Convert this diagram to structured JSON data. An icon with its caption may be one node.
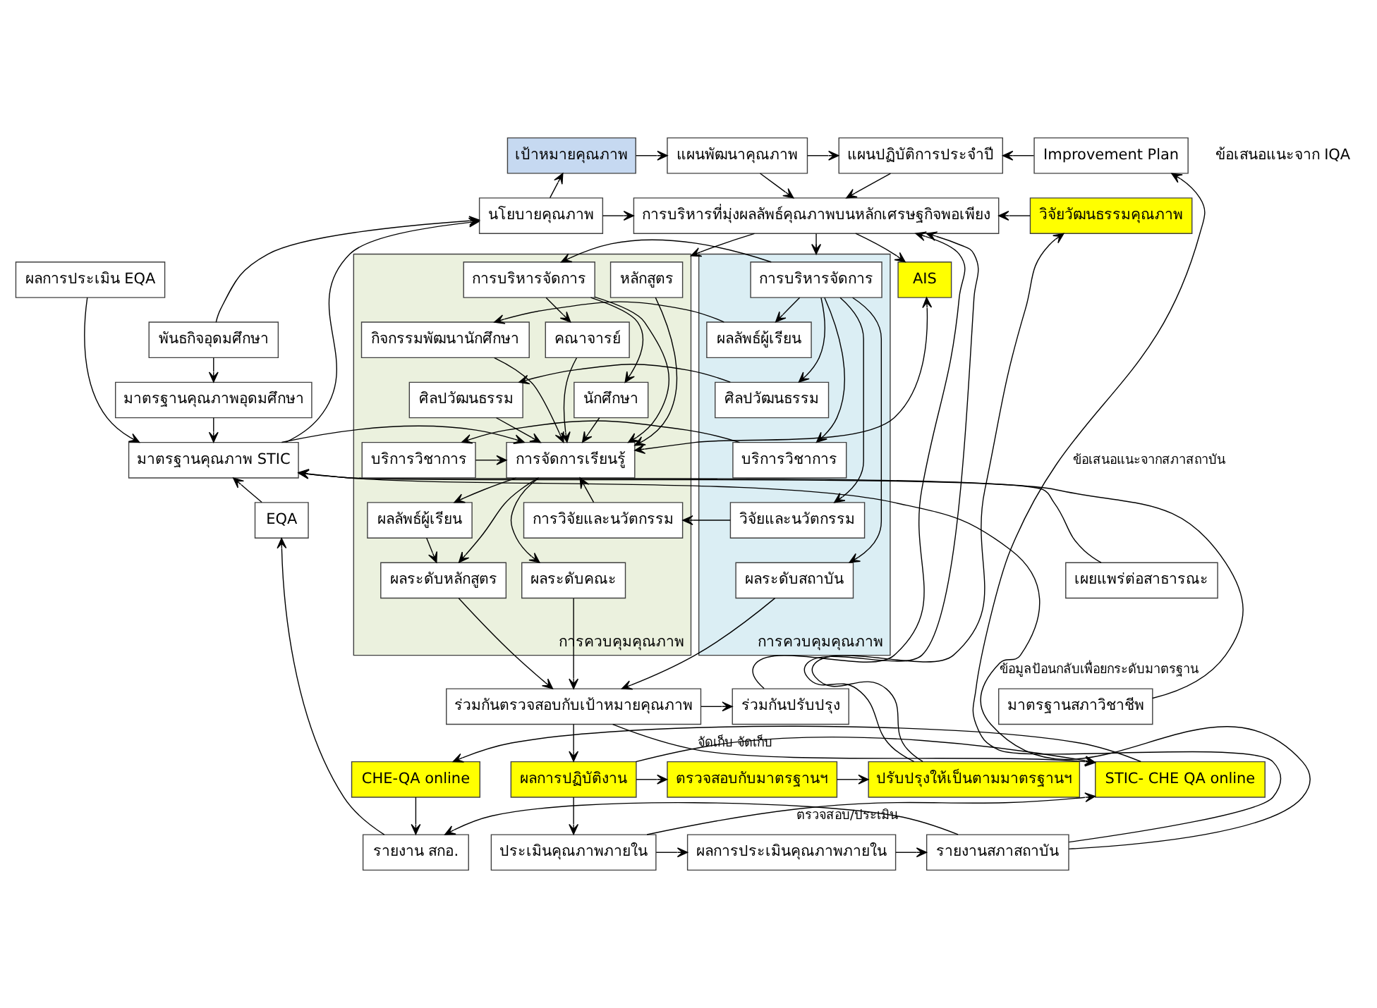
{
  "diagram": {
    "nodes": [
      {
        "text": [
          "เป้าหมายคุณภาพ"
        ]
      },
      {
        "text": [
          "แผนพัฒนาคุณภาพ"
        ]
      },
      {
        "text": [
          "แผนปฏิบัติการประจำปี"
        ]
      },
      {
        "text": [
          "Improvement Plan"
        ]
      },
      {
        "text": [
          "นโยบายคุณภาพ"
        ]
      },
      {
        "text": [
          "การบริหารที่มุ่งผลลัพธ์คุณภาพบนหลักเศรษฐกิจพอเพียง"
        ]
      },
      {
        "text": [
          "วิจัยวัฒนธรรมคุณภาพ"
        ]
      },
      {
        "text": [
          "ผลการประเมิน EQA"
        ]
      },
      {
        "text": [
          "พันธกิจอุดมศึกษา"
        ]
      },
      {
        "text": [
          "มาตรฐานคุณภาพอุดมศึกษา"
        ]
      },
      {
        "text": [
          "AIS"
        ]
      },
      {
        "text": [
          "การควบคุมคุณภาพ"
        ]
      },
      {
        "text": [
          "การควบคุมคุณภาพ"
        ]
      },
      {
        "text": [
          "หลักสูตร"
        ],
        "in": 11
      },
      {
        "text": [
          "การบริหารจัดการ"
        ],
        "in": 11
      },
      {
        "text": [
          "คณาจารย์"
        ],
        "in": 11
      },
      {
        "text": [
          "กิจกรรมพัฒนานักศึกษา"
        ],
        "in": 11
      },
      {
        "text": [
          "นักศึกษา"
        ],
        "in": 11
      },
      {
        "text": [
          "ศิลปวัฒนธรรม"
        ],
        "in": 11
      },
      {
        "text": [
          "การจัดการเรียนรู้"
        ],
        "in": 11
      },
      {
        "text": [
          "บริการวิชาการ"
        ],
        "in": 11
      },
      {
        "text": [
          "ผลลัพธ์ผู้เรียน"
        ],
        "in": 11
      },
      {
        "text": [
          "การวิจัยและนวัตกรรม"
        ],
        "in": 11
      },
      {
        "text": [
          "ผลระดับหลักสูตร"
        ],
        "in": 11
      },
      {
        "text": [
          "ผลระดับคณะ"
        ],
        "in": 11
      },
      {
        "text": [
          "การบริหารจัดการ"
        ],
        "in": 12
      },
      {
        "text": [
          "ผลลัพธ์ผู้เรียน"
        ],
        "in": 12
      },
      {
        "text": [
          "ศิลปวัฒนธรรม"
        ],
        "in": 12
      },
      {
        "text": [
          "บริการวิชาการ"
        ],
        "in": 12
      },
      {
        "text": [
          "วิจัยและนวัตกรรม"
        ],
        "in": 12
      },
      {
        "text": [
          "ผลระดับสถาบัน"
        ],
        "in": 12
      },
      {
        "text": [
          "มาตรฐานคุณภาพ STIC"
        ]
      },
      {
        "text": [
          "EQA"
        ]
      },
      {
        "text": [
          "เผยแพร่ต่อสาธารณะ"
        ]
      },
      {
        "text": [
          "มาตรฐานสภาวิชาชีพ"
        ]
      },
      {
        "text": [
          "ร่วมกันตรวจสอบกับเป้าหมายคุณภาพ"
        ]
      },
      {
        "text": [
          "ร่วมกันปรับปรุง"
        ]
      },
      {
        "text": [
          "STIC- CHE QA online"
        ]
      },
      {
        "text": [
          "CHE-QA online"
        ]
      },
      {
        "text": [
          "ผลการปฏิบัติงาน"
        ]
      },
      {
        "text": [
          "ตรวจสอบกับมาตรฐานฯ"
        ]
      },
      {
        "text": [
          "ปรับปรุงให้เป็นตามมาตรฐานฯ"
        ]
      },
      {
        "text": [
          "ประเมินคุณภาพภายใน"
        ]
      },
      {
        "text": [
          "ผลการประเมินคุณภาพภายใน"
        ]
      },
      {
        "text": [
          "รายงาน สกอ."
        ]
      },
      {
        "text": [
          "รายงานสภาสถาบัน"
        ]
      }
    ],
    "edges": [
      {
        "from": 4,
        "to": 0,
        "arrow": "to"
      },
      {
        "from": 0,
        "to": 1,
        "arrow": "to"
      },
      {
        "from": 1,
        "to": 2,
        "arrow": "to"
      },
      {
        "from": 3,
        "to": 2,
        "arrow": "to"
      },
      {
        "from": 1,
        "to": 5,
        "arrow": "to"
      },
      {
        "from": 2,
        "to": 5,
        "arrow": "to"
      },
      {
        "from": 4,
        "to": 5,
        "arrow": "to"
      },
      {
        "from": 6,
        "to": 5,
        "arrow": "to"
      },
      {
        "from": 5,
        "to": 10,
        "arrow": "to"
      },
      {
        "from": 5,
        "to": 11,
        "arrow": "to"
      },
      {
        "from": 5,
        "to": 12,
        "arrow": "to"
      },
      {
        "from": 8,
        "to": 4,
        "arrow": "to"
      },
      {
        "from": 8,
        "to": 9,
        "arrow": "to"
      },
      {
        "from": 7,
        "to": 31,
        "arrow": "to"
      },
      {
        "from": 9,
        "to": 31,
        "arrow": "to"
      },
      {
        "from": 31,
        "to": 4,
        "arrow": "to"
      },
      {
        "from": 31,
        "to": 19,
        "arrow": "to"
      },
      {
        "from": 10,
        "to": 19,
        "arrow": "both"
      },
      {
        "from": 13,
        "to": 19,
        "arrow": "to"
      },
      {
        "from": 14,
        "to": 15,
        "arrow": "to"
      },
      {
        "from": 14,
        "to": 17,
        "arrow": "to"
      },
      {
        "from": 14,
        "to": 19,
        "arrow": "to"
      },
      {
        "from": 15,
        "to": 19,
        "arrow": "to"
      },
      {
        "from": 17,
        "to": 19,
        "arrow": "to"
      },
      {
        "from": 16,
        "to": 19,
        "arrow": "to"
      },
      {
        "from": 18,
        "to": 19,
        "arrow": "to"
      },
      {
        "from": 20,
        "to": 19,
        "arrow": "to"
      },
      {
        "from": 22,
        "to": 19,
        "arrow": "to"
      },
      {
        "from": 19,
        "to": 21,
        "arrow": "to"
      },
      {
        "from": 19,
        "to": 23,
        "arrow": "to"
      },
      {
        "from": 21,
        "to": 23,
        "arrow": "to"
      },
      {
        "from": 19,
        "to": 24,
        "arrow": "to"
      },
      {
        "from": 25,
        "to": 14,
        "arrow": "to"
      },
      {
        "from": 26,
        "to": 16,
        "arrow": "to"
      },
      {
        "from": 27,
        "to": 18,
        "arrow": "to"
      },
      {
        "from": 28,
        "to": 20,
        "arrow": "to"
      },
      {
        "from": 29,
        "to": 22,
        "arrow": "to"
      },
      {
        "from": 25,
        "to": 26,
        "arrow": "to"
      },
      {
        "from": 25,
        "to": 27,
        "arrow": "to"
      },
      {
        "from": 25,
        "to": 28,
        "arrow": "to"
      },
      {
        "from": 25,
        "to": 29,
        "arrow": "to"
      },
      {
        "from": 25,
        "to": 30,
        "arrow": "to"
      },
      {
        "from": 23,
        "to": 35,
        "arrow": "to"
      },
      {
        "from": 24,
        "to": 35,
        "arrow": "to"
      },
      {
        "from": 30,
        "to": 35,
        "arrow": "to"
      },
      {
        "from": 32,
        "to": 31,
        "arrow": "to"
      },
      {
        "from": 33,
        "to": 31,
        "arrow": "to"
      },
      {
        "from": 34,
        "to": 31,
        "arrow": "to"
      },
      {
        "from": 35,
        "to": 36,
        "arrow": "to"
      },
      {
        "from": 35,
        "to": 39,
        "arrow": "to"
      },
      {
        "from": 35,
        "to": 37,
        "arrow": "to",
        "label": "จัดเก็บ"
      },
      {
        "from": 39,
        "to": 37,
        "arrow": "to",
        "label": "จัดเก็บ"
      },
      {
        "from": 39,
        "to": 40,
        "arrow": "to"
      },
      {
        "from": 40,
        "to": 41,
        "arrow": "to"
      },
      {
        "from": 39,
        "to": 42,
        "arrow": "to"
      },
      {
        "from": 42,
        "to": 37,
        "arrow": "to",
        "label": "ตรวจสอบ/ประเมิน"
      },
      {
        "from": 37,
        "to": 38,
        "arrow": "to"
      },
      {
        "from": 38,
        "to": 44,
        "arrow": "to"
      },
      {
        "from": 44,
        "to": 32,
        "arrow": "to"
      },
      {
        "from": 42,
        "to": 43,
        "arrow": "to"
      },
      {
        "from": 43,
        "to": 45,
        "arrow": "to"
      },
      {
        "from": 45,
        "to": 44,
        "arrow": "to"
      },
      {
        "from": 45,
        "to": 31,
        "arrow": "to",
        "label": "ข้อมูลป้อนกลับเพื่อยกระดับมาตรฐาน"
      },
      {
        "from": 45,
        "to": 3,
        "arrow": "to",
        "label": "ข้อเสนอแนะจากสภาสถาบัน"
      },
      {
        "from": 36,
        "to": 5,
        "arrow": "to"
      },
      {
        "from": 41,
        "to": 5,
        "arrow": "to"
      },
      {
        "from": 41,
        "to": 6,
        "arrow": "to"
      }
    ],
    "labels": [
      "ข้อเสนอแนะจาก IQA"
    ]
  }
}
